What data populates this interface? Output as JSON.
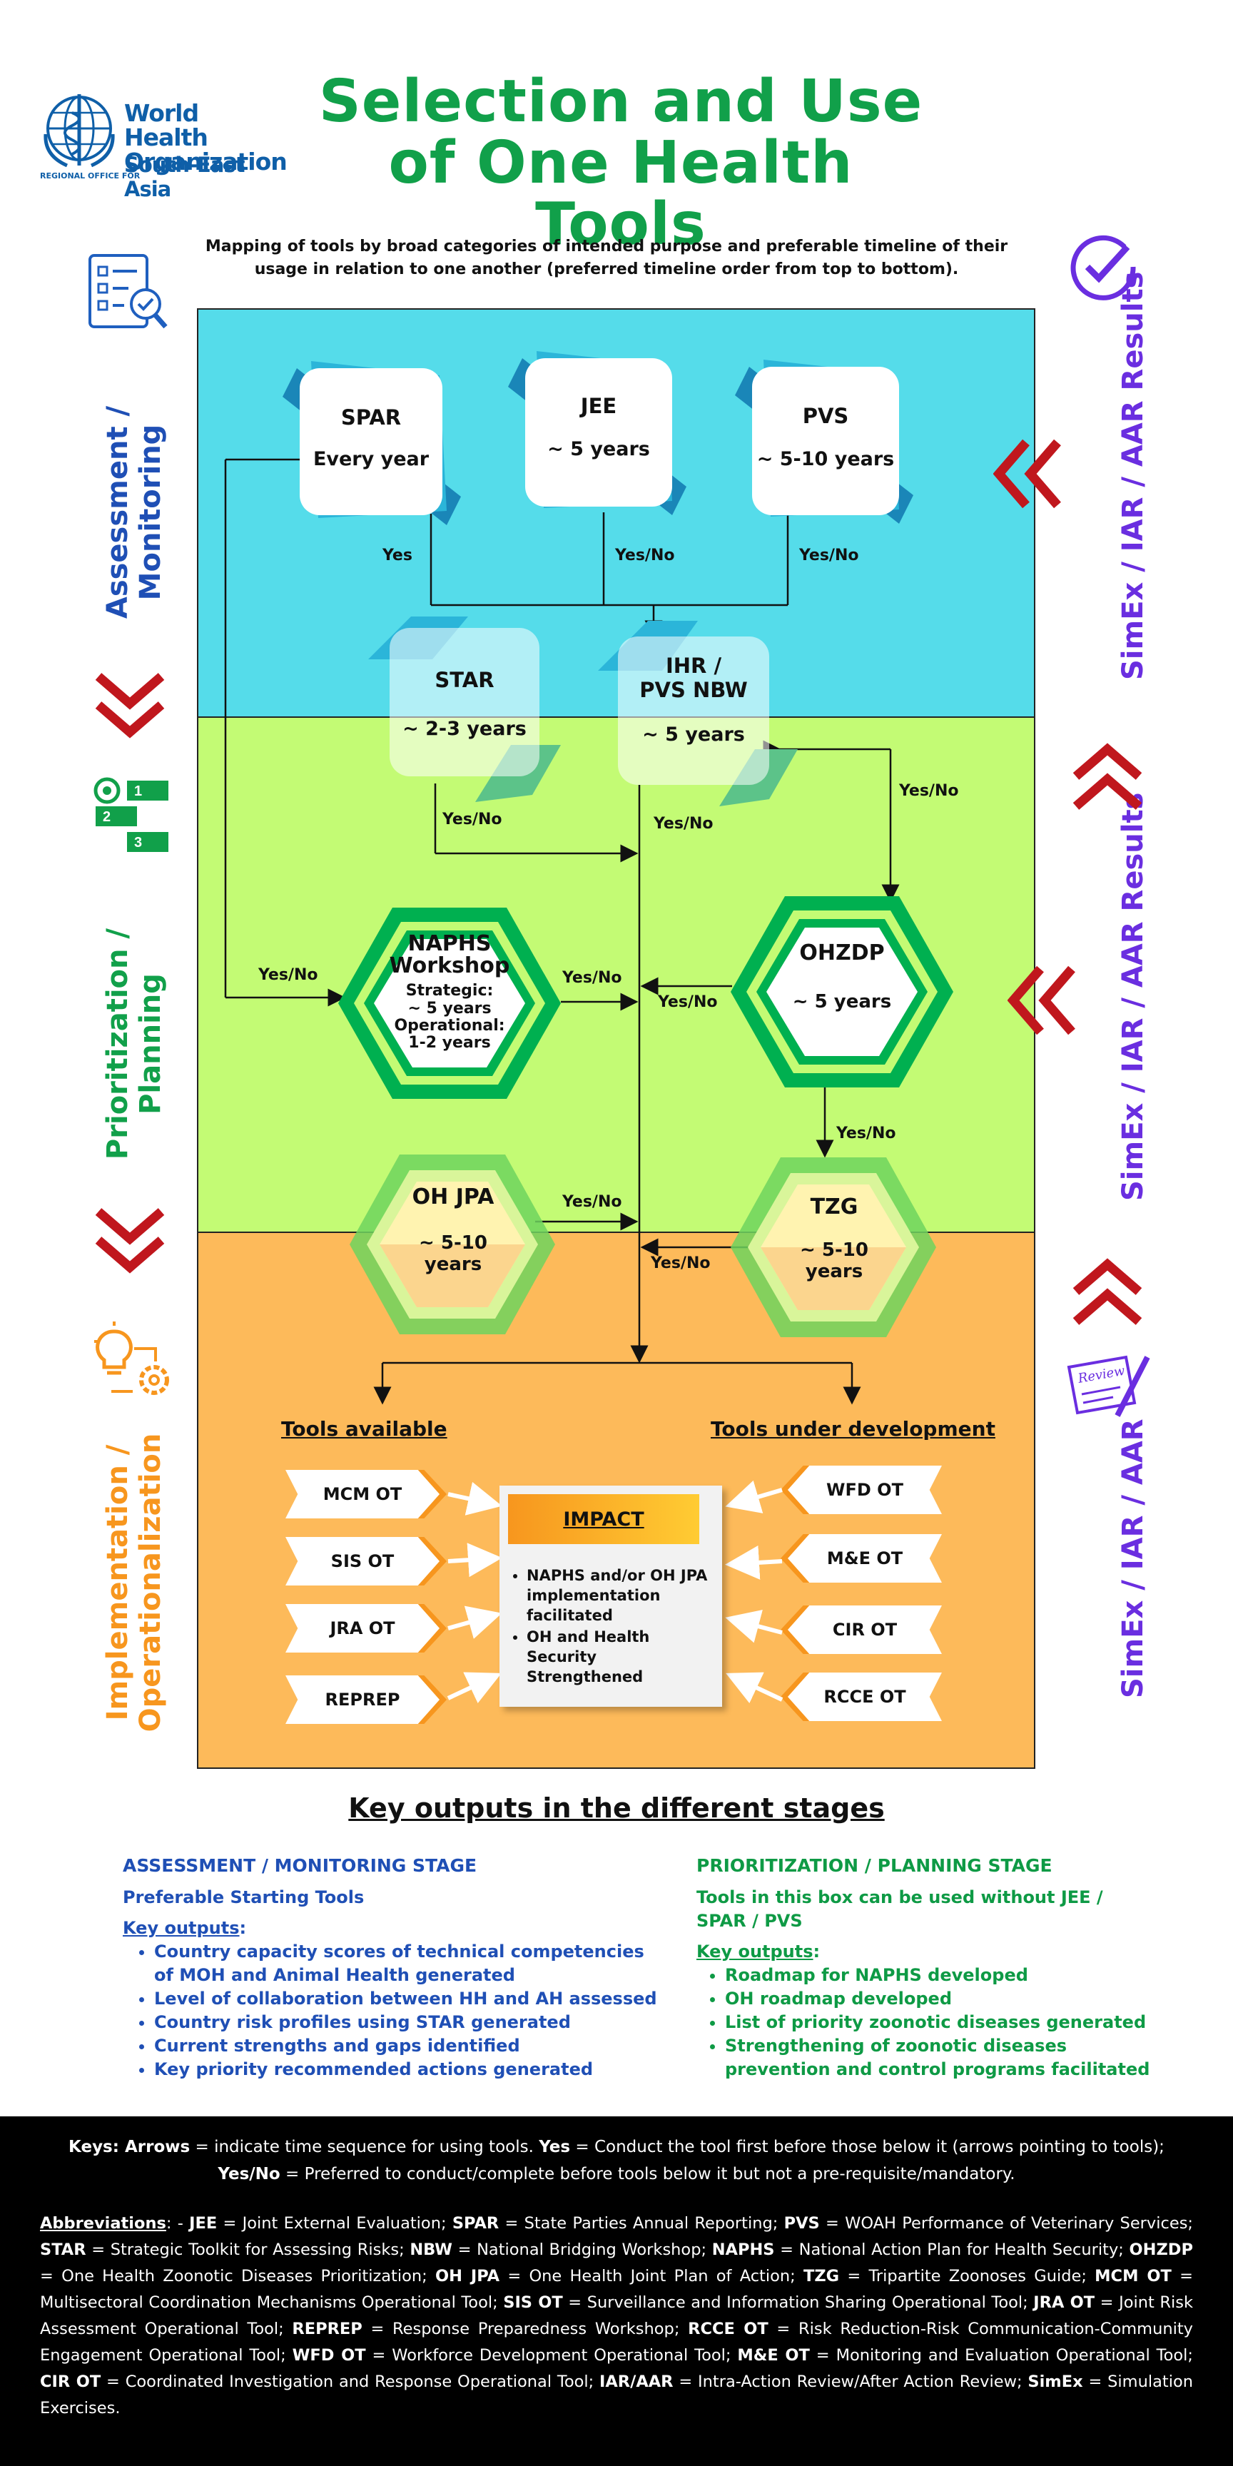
{
  "header": {
    "org_name_line1": "World Health",
    "org_name_line2": "Organization",
    "region_prefix": "REGIONAL OFFICE FOR",
    "region_name": "South-East Asia",
    "title_line1": "Selection and Use",
    "title_line2": "of One Health Tools",
    "subtitle_line1": "Mapping of tools by broad categories of intended purpose and preferable timeline of their",
    "subtitle_line2": "usage in relation to one another (preferred timeline order from top to bottom)."
  },
  "stages": {
    "assessment_line1": "Assessment /",
    "assessment_line2": "Monitoring",
    "prioritization_line1": "Prioritization /",
    "prioritization_line2": "Planning",
    "implementation_line1": "Implementation /",
    "implementation_line2": "Operationalization"
  },
  "right_labels": {
    "top": "SimEx / IAR / AAR Results",
    "middle": "SimEx / IAR / AAR Results",
    "bottom": "SimEx / IAR / AAR"
  },
  "tools": {
    "spar": {
      "name": "SPAR",
      "time": "Every year"
    },
    "jee": {
      "name": "JEE",
      "time": "~ 5 years"
    },
    "pvs": {
      "name": "PVS",
      "time": "~ 5-10 years"
    },
    "star": {
      "name": "STAR",
      "time": "~ 2-3 years"
    },
    "ihr_line1": "IHR /",
    "ihr_line2": "PVS NBW",
    "ihr_time": "~ 5 years",
    "naphs_line1": "NAPHS",
    "naphs_line2": "Workshop",
    "naphs_strategic": "Strategic:",
    "naphs_strategic_time": "~ 5 years",
    "naphs_operational": "Operational:",
    "naphs_operational_time": "1-2 years",
    "ohzdp": {
      "name": "OHZDP",
      "time": "~ 5 years"
    },
    "ohjpa": {
      "name": "OH JPA",
      "time_line1": "~ 5-10",
      "time_line2": "years"
    },
    "tzg": {
      "name": "TZG",
      "time_line1": "~ 5-10",
      "time_line2": "years"
    }
  },
  "edges": {
    "yes": "Yes",
    "yes_no": "Yes/No"
  },
  "implementation": {
    "available_heading": "Tools available",
    "development_heading": "Tools under development",
    "available": [
      "MCM OT",
      "SIS OT",
      "JRA OT",
      "REPREP"
    ],
    "development": [
      "WFD OT",
      "M&E OT",
      "CIR OT",
      "RCCE OT"
    ],
    "impact_heading": "IMPACT",
    "impact_items": [
      "NAPHS and/or OH JPA implementation facilitated",
      "OH and Health Security Strengthened"
    ]
  },
  "key_outputs": {
    "title": "Key outputs in the different stages",
    "assessment": {
      "stage": "ASSESSMENT / MONITORING STAGE",
      "sub": "Preferable Starting Tools",
      "key_label": "Key outputs",
      "items": [
        "Country capacity scores of technical competencies of MOH and Animal Health generated",
        "Level of collaboration between HH and AH assessed",
        "Country risk profiles using STAR generated",
        "Current strengths and gaps identified",
        "Key priority recommended actions generated"
      ]
    },
    "prioritization": {
      "stage": "PRIORITIZATION / PLANNING STAGE",
      "sub": "Tools in this box can be used without JEE / SPAR / PVS",
      "key_label": "Key outputs",
      "items": [
        "Roadmap for NAPHS developed",
        "OH roadmap developed",
        "List of priority zoonotic diseases generated",
        "Strengthening of zoonotic diseases prevention and control programs facilitated"
      ]
    }
  },
  "footer": {
    "keys_line1_label": "Keys: Arrows",
    "keys_line1_text": " = indicate time sequence for using tools. ",
    "keys_yes": "Yes",
    "keys_yes_text": " = Conduct the tool first before those below it (arrows pointing to tools);",
    "keys_yesno": "Yes/No",
    "keys_yesno_text": " = Preferred to conduct/complete before tools below it but not a pre-requisite/mandatory.",
    "abbr_label": "Abbreviations",
    "abbreviations": [
      [
        "JEE",
        "Joint External Evaluation"
      ],
      [
        "SPAR",
        "State Parties Annual Reporting"
      ],
      [
        "PVS",
        "WOAH Performance of Veterinary Services"
      ],
      [
        "STAR",
        "Strategic Toolkit for Assessing Risks"
      ],
      [
        "NBW",
        "National Bridging Workshop"
      ],
      [
        "NAPHS",
        "National Action Plan for Health Security"
      ],
      [
        "OHZDP",
        "One Health Zoonotic Diseases Prioritization"
      ],
      [
        "OH JPA",
        "One Health Joint Plan of Action"
      ],
      [
        "TZG",
        "Tripartite Zoonoses Guide"
      ],
      [
        "MCM OT",
        "Multisectoral Coordination Mechanisms Operational Tool"
      ],
      [
        "SIS OT",
        "Surveillance and Information Sharing Operational Tool"
      ],
      [
        "JRA OT",
        "Joint Risk Assessment Operational Tool"
      ],
      [
        "REPREP",
        "Response Preparedness Workshop"
      ],
      [
        "RCCE OT",
        "Risk Reduction-Risk Communication-Community Engagement Operational Tool"
      ],
      [
        "WFD OT",
        "Workforce Development Operational Tool"
      ],
      [
        "M&E OT",
        "Monitoring and Evaluation Operational Tool"
      ],
      [
        "CIR OT",
        "Coordinated Investigation and Response Operational Tool"
      ],
      [
        "IAR/AAR",
        "Intra-Action Review/After Action Review"
      ],
      [
        "SimEx",
        "Simulation Exercises"
      ]
    ]
  },
  "colors": {
    "title_green": "#11a04a",
    "who_blue": "#0f5fa8",
    "assessment_bg": "#55dcea",
    "prioritization_bg": "#c3fb74",
    "implementation_bg": "#fdba5a",
    "purple": "#6a2ee0",
    "chevron_red": "#c0171d"
  }
}
